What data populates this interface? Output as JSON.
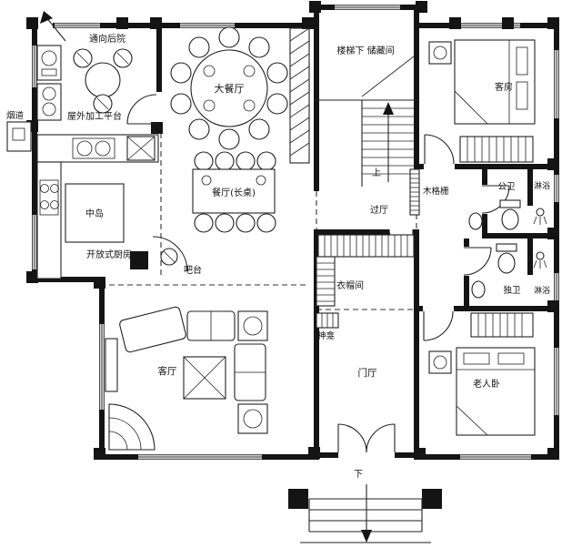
{
  "plan": {
    "labels": {
      "to_backyard": "通向后院",
      "outdoor_platform": "屋外加工平台",
      "flue": "烟道",
      "grand_dining": "大餐厅",
      "long_table_dining": "餐厅(长桌)",
      "center_island": "中岛",
      "open_kitchen": "开放式厨房",
      "bar_counter": "吧台",
      "living_room": "客厅",
      "under_stairs_storage": "楼梯下 储藏间",
      "stairs_up": "上",
      "hallway": "过厅",
      "wood_grille": "木格栅",
      "cloakroom": "衣帽间",
      "shrine": "神龛",
      "foyer": "门厅",
      "entry_down": "下",
      "guest_room": "客房",
      "public_bathroom": "公卫",
      "shower_top": "淋浴",
      "private_bathroom": "独卫",
      "shower_bottom": "淋浴",
      "elder_bedroom": "老人卧"
    },
    "colors": {
      "wall": "#141414",
      "background": "#ffffff",
      "line": "#222222"
    }
  }
}
